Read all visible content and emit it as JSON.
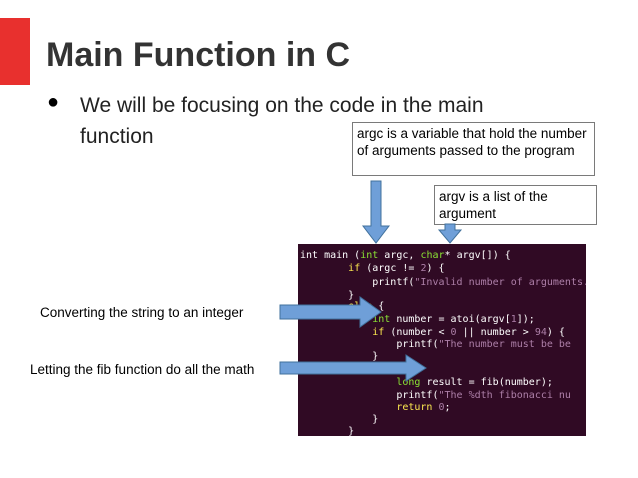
{
  "slide": {
    "title": "Main Function in C",
    "bullet": "We will be focusing on the code in the main function"
  },
  "callouts": {
    "argc": "argc is a variable that hold the number of arguments passed to the program",
    "argv": "argv is a list of the argument"
  },
  "labels": {
    "convert": "Converting the string to an integer",
    "fib": "Letting the fib function do all the math"
  },
  "colors": {
    "accent": "#e8302e",
    "arrow_fill": "#6f9fd8",
    "arrow_stroke": "#41719c",
    "code_bg": "#300a24"
  },
  "code": {
    "lines": [
      [
        [
          "int main (",
          "#ffffff"
        ],
        [
          "int",
          "#8ae234"
        ],
        [
          " argc, ",
          "#ffffff"
        ],
        [
          "char",
          "#8ae234"
        ],
        [
          "* argv[]) {",
          "#ffffff"
        ]
      ],
      [
        [
          "        ",
          "#ffffff"
        ],
        [
          "if",
          "#fce94f"
        ],
        [
          " (argc != ",
          "#ffffff"
        ],
        [
          "2",
          "#ad7fa8"
        ],
        [
          ") {",
          "#ffffff"
        ]
      ],
      [
        [
          "            printf(",
          "#ffffff"
        ],
        [
          "\"Invalid number of arguments.",
          "#ad7fa8"
        ]
      ],
      [
        [
          "        }",
          "#ffffff"
        ]
      ],
      [
        [
          "        ",
          "#ffffff"
        ],
        [
          "else",
          "#fce94f"
        ],
        [
          " {",
          "#ffffff"
        ]
      ],
      [
        [
          "            ",
          "#ffffff"
        ],
        [
          "int",
          "#8ae234"
        ],
        [
          " number = atoi(argv[",
          "#ffffff"
        ],
        [
          "1",
          "#ad7fa8"
        ],
        [
          "]);",
          "#ffffff"
        ]
      ],
      [
        [
          "            ",
          "#ffffff"
        ],
        [
          "if",
          "#fce94f"
        ],
        [
          " (number < ",
          "#ffffff"
        ],
        [
          "0",
          "#ad7fa8"
        ],
        [
          " || number > ",
          "#ffffff"
        ],
        [
          "94",
          "#ad7fa8"
        ],
        [
          ") {",
          "#ffffff"
        ]
      ],
      [
        [
          "                printf(",
          "#ffffff"
        ],
        [
          "\"The number must be be",
          "#ad7fa8"
        ]
      ],
      [
        [
          "            }",
          "#ffffff"
        ]
      ],
      [
        [
          "            ",
          "#ffffff"
        ],
        [
          "else",
          "#fce94f"
        ],
        [
          " {",
          "#ffffff"
        ]
      ],
      [
        [
          "                ",
          "#ffffff"
        ],
        [
          "long",
          "#8ae234"
        ],
        [
          " result = fib(number);",
          "#ffffff"
        ]
      ],
      [
        [
          "                printf(",
          "#ffffff"
        ],
        [
          "\"The %dth fibonacci nu",
          "#ad7fa8"
        ]
      ],
      [
        [
          "                ",
          "#ffffff"
        ],
        [
          "return",
          "#fce94f"
        ],
        [
          " ",
          "#ffffff"
        ],
        [
          "0",
          "#ad7fa8"
        ],
        [
          ";",
          "#ffffff"
        ]
      ],
      [
        [
          "            }",
          "#ffffff"
        ]
      ],
      [
        [
          "        }",
          "#ffffff"
        ]
      ],
      [
        [
          "}",
          "#ffffff"
        ]
      ]
    ]
  }
}
